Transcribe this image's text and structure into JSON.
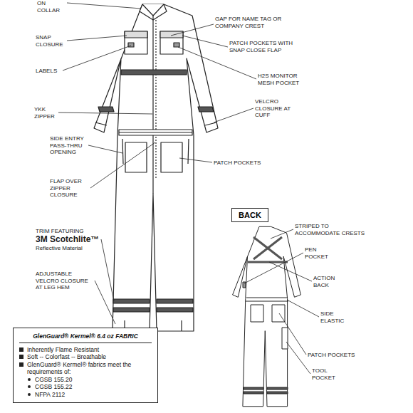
{
  "diagram": {
    "nodes": [
      {
        "text": [
          "BACK"
        ]
      },
      {
        "text": [
          "GlenGuard® Kermel® 6.4 oz FABRIC",
          "Inherently Flame Resistant",
          "Soft -- Colorfast -- Breathable",
          "GlenGuard® Kermel® fabrics meet the requirements of:",
          "CGSB 155.20",
          "CGSB 155.22",
          "NFPA 2112"
        ]
      }
    ],
    "labels": [
      "ON COLLAR",
      "GAP FOR NAME TAG OR COMPANY CREST",
      "SNAP CLOSURE",
      "PATCH POCKETS WITH SNAP CLOSE FLAP",
      "LABELS",
      "H2S MONITOR MESH POCKET",
      "VELCRO CLOSURE AT CUFF",
      "YKK ZIPPER",
      "SIDE ENTRY PASS-THRU OPENING",
      "PATCH POCKETS",
      "FLAP OVER ZIPPER CLOSURE",
      "TRIM FEATURING",
      "3M Scotchlite™",
      "Reflective Material",
      "ADJUSTABLE VELCRO CLOSURE AT LEG HEM",
      "STRIPED TO ACCOMMODATE CRESTS",
      "PEN POCKET",
      "ACTION BACK",
      "SIDE ELASTIC",
      "PATCH POCKETS",
      "TOOL POCKET"
    ]
  }
}
